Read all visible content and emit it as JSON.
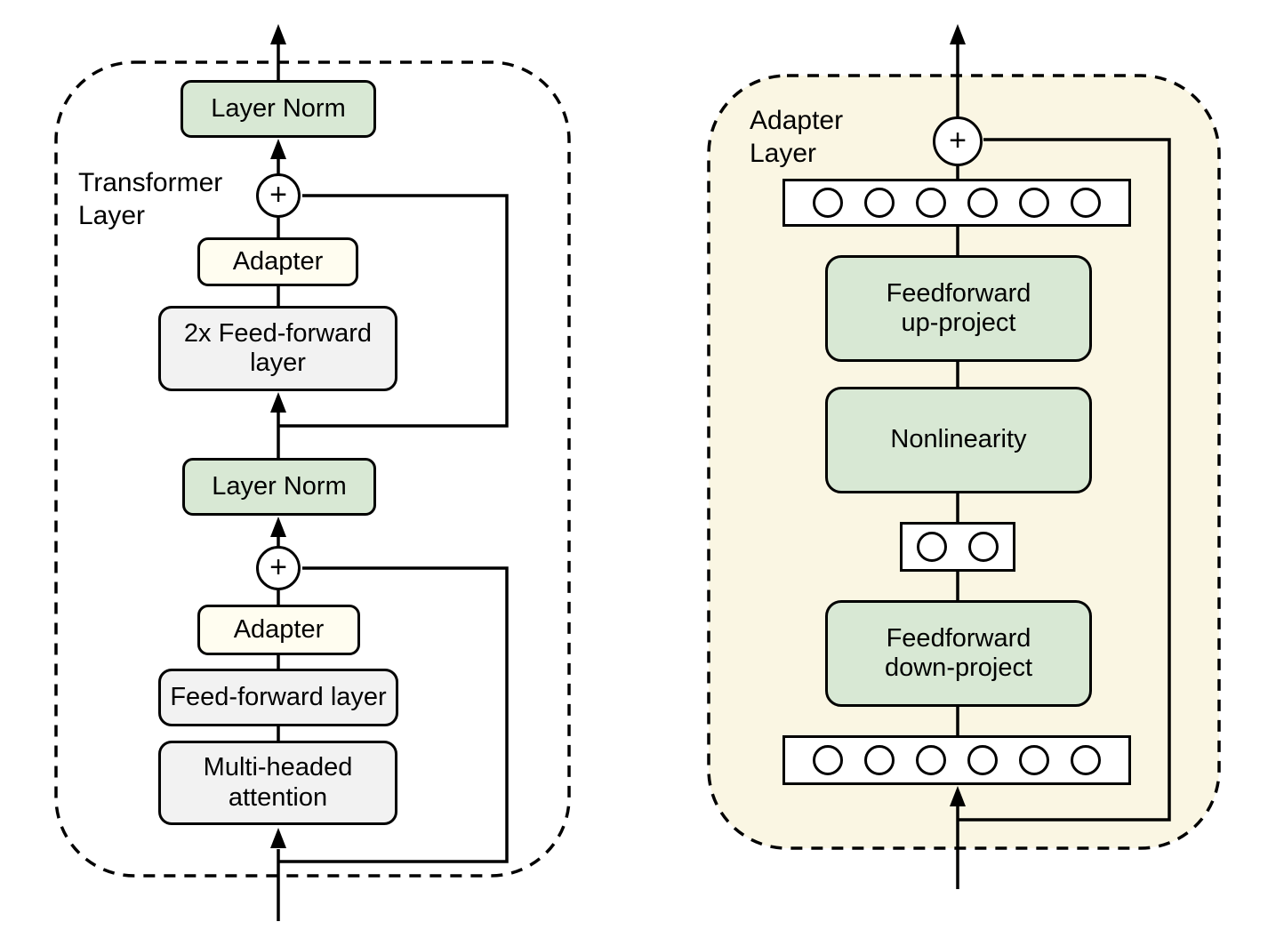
{
  "figure": {
    "colors": {
      "green": "#d8e8d4",
      "gray": "#f2f2f2",
      "adapter_fill": "#fffdf0",
      "panel_fill": "#faf6e3",
      "stroke": "#000000"
    },
    "left_panel": {
      "label": "Transformer\nLayer",
      "plus": "+",
      "layer_norm_top": "Layer Norm",
      "adapter_top": "Adapter",
      "feedforward_2x": "2x Feed-forward\nlayer",
      "layer_norm_bottom": "Layer Norm",
      "adapter_bottom": "Adapter",
      "feedforward_layer": "Feed-forward layer",
      "multi_headed_attention": "Multi-headed\nattention"
    },
    "right_panel": {
      "label": "Adapter\nLayer",
      "plus": "+",
      "feedforward_up_project": "Feedforward\nup-project",
      "nonlinearity": "Nonlinearity",
      "feedforward_down_project": "Feedforward\ndown-project",
      "wide_row_units": 6,
      "bottleneck_row_units": 2
    }
  }
}
